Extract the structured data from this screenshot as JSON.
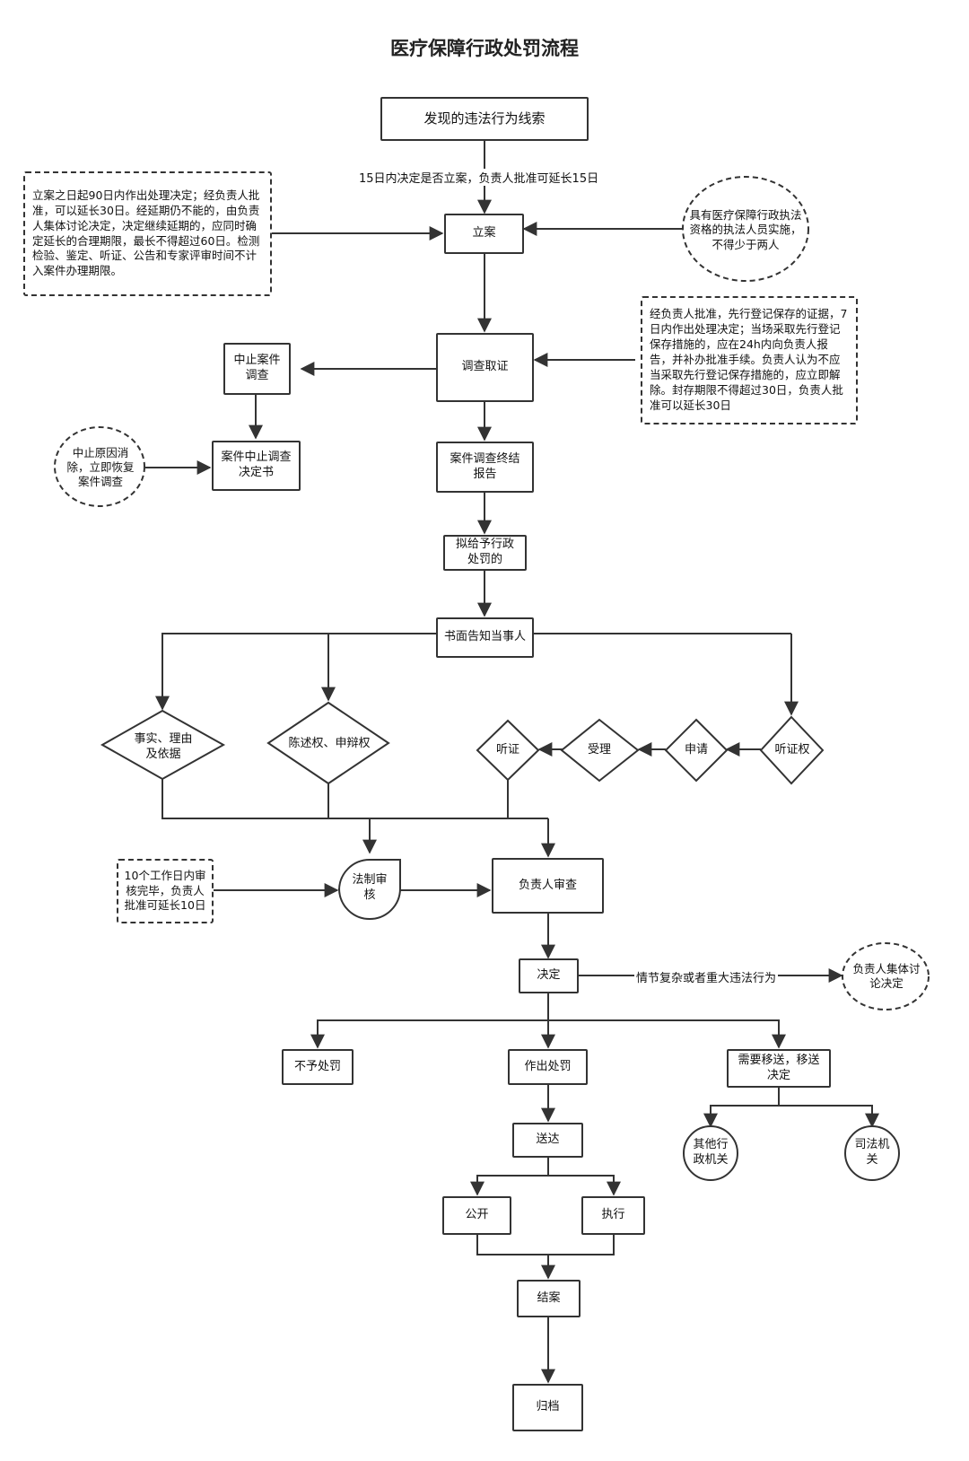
{
  "title": "医疗保障行政处罚流程",
  "nodes": {
    "clue": "发现的违法行为线索",
    "filing": "立案",
    "investigate": "调查取证",
    "suspend": "中止案件调查",
    "suspend_doc": "案件中止调查决定书",
    "resume": "中止原因消除，立即恢复案件调查",
    "final_report": "案件调查终结报告",
    "intend": "拟给予行政处罚的",
    "notify": "书面告知当事人",
    "facts": "事实、理由及依据",
    "statement": "陈述权、申辩权",
    "hearing": "听证",
    "accept": "受理",
    "apply": "申请",
    "hearing_right": "听证权",
    "legal_review": "法制审核",
    "review_note": "10个工作日内审核完毕，负责人批准可延长10日",
    "head_review": "负责人审查",
    "decision": "决定",
    "collective": "负责人集体讨论决定",
    "no_penalty": "不予处罚",
    "make_penalty": "作出处罚",
    "transfer": "需要移送，移送决定",
    "other_agency": "其他行政机关",
    "judicial": "司法机关",
    "deliver": "送达",
    "publicize": "公开",
    "execute": "执行",
    "close": "结案",
    "archive": "归档"
  },
  "notes": {
    "time_limit": "立案之日起90日内作出处理决定；经负责人批准，可以延长30日。经延期仍不能的，由负责人集体讨论决定，决定继续延期的，应同时确定延长的合理期限，最长不得超过60日。检测检验、鉴定、听证、公告和专家评审时间不计入案件办理期限。",
    "staff": "具有医疗保障行政执法资格的执法人员实施，不得少于两人",
    "preservation": "经负责人批准，先行登记保存的证据，7日内作出处理决定；当场采取先行登记保存措施的，应在24h内向负责人报告，并补办批准手续。负责人认为不应当采取先行登记保存措施的，应立即解除。封存期限不得超过30日，负责人批准可以延长30日"
  },
  "labels": {
    "filing_deadline": "15日内决定是否立案，负责人批准可延长15日",
    "complex": "情节复杂或者重大违法行为"
  }
}
